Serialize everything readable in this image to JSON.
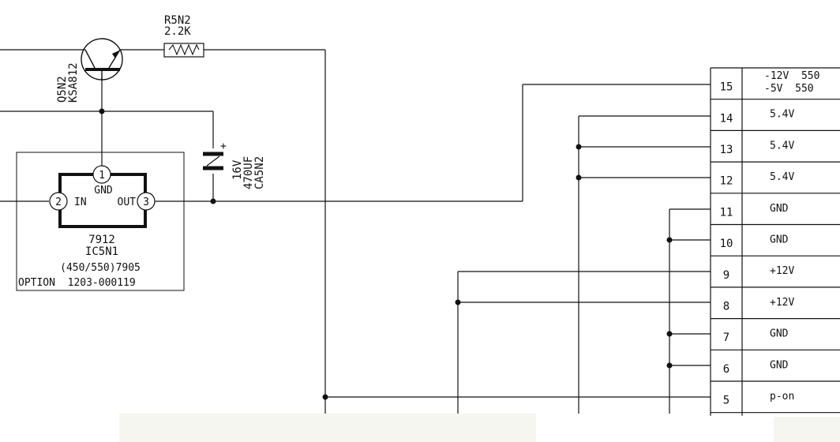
{
  "resistor": {
    "ref": "R5N2",
    "value": "2.2K"
  },
  "transistor": {
    "ref": "Q5N2",
    "part": "KSA812"
  },
  "capacitor": {
    "voltage": "16V",
    "capacitance": "470UF",
    "ref": "CA5N2",
    "polarity": "+"
  },
  "regulator": {
    "pin1_num": "1",
    "pin1_label": "GND",
    "pin2_num": "2",
    "pin2_label": "IN",
    "pin3_num": "3",
    "pin3_label": "OUT",
    "part": "7912",
    "ref": "IC5N1",
    "variant": "(450/550)7905",
    "option": "OPTION  1203-000119"
  },
  "connector": {
    "pins": [
      {
        "num": "15",
        "label": "-12V  550",
        "label2": "-5V  550"
      },
      {
        "num": "14",
        "label": "5.4V"
      },
      {
        "num": "13",
        "label": "5.4V"
      },
      {
        "num": "12",
        "label": "5.4V"
      },
      {
        "num": "11",
        "label": "GND"
      },
      {
        "num": "10",
        "label": "GND"
      },
      {
        "num": "9",
        "label": "+12V"
      },
      {
        "num": "8",
        "label": "+12V"
      },
      {
        "num": "7",
        "label": "GND"
      },
      {
        "num": "6",
        "label": "GND"
      },
      {
        "num": "5",
        "label": "p-on"
      }
    ]
  }
}
